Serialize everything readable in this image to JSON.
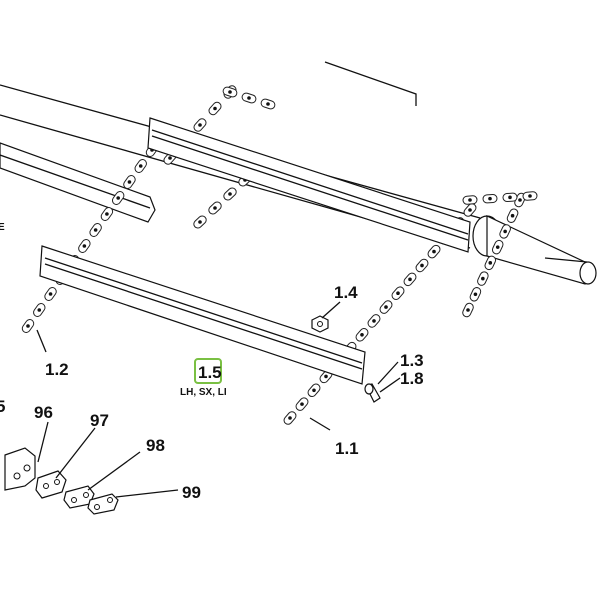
{
  "labels": {
    "l_1_1": "1.1",
    "l_1_2": "1.2",
    "l_1_3": "1.3",
    "l_1_4": "1.4",
    "l_1_5": "1.5",
    "l_1_5_sub": "LH, SX, LI",
    "l_1_8": "1.8",
    "l_96": "96",
    "l_97": "97",
    "l_98": "98",
    "l_99": "99",
    "l_5_partial": "5",
    "l_e_partial": "E"
  },
  "colors": {
    "highlight": "#7ac043",
    "ink": "#111111"
  }
}
